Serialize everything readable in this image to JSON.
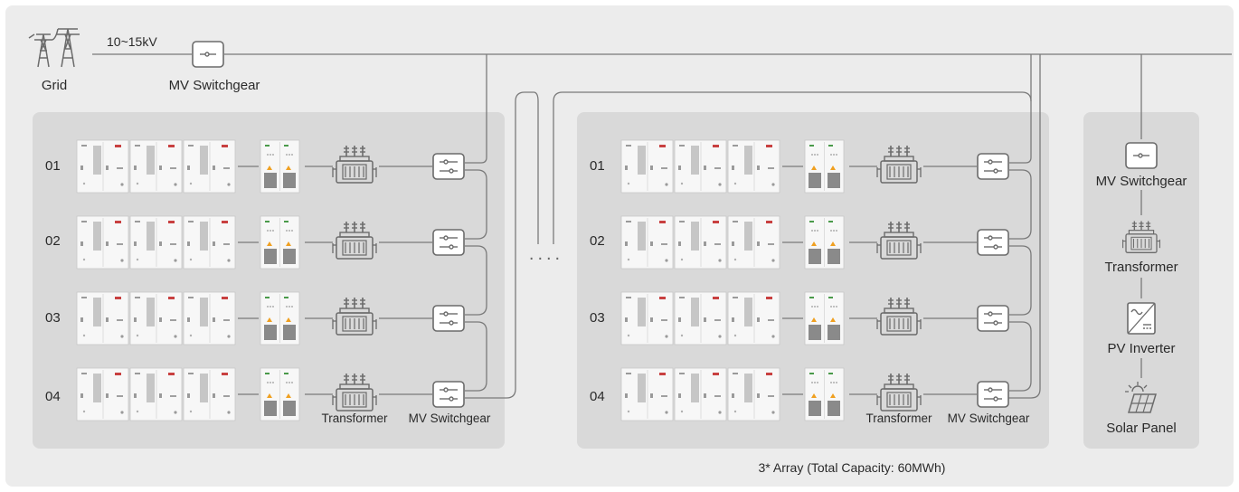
{
  "grid": {
    "label": "Grid",
    "voltage": "10~15kV",
    "switchgear_label": "MV Switchgear"
  },
  "block_left": {
    "rows": [
      "01",
      "02",
      "03",
      "04"
    ],
    "transformer_label": "Transformer",
    "switchgear_label": "MV Switchgear"
  },
  "block_right": {
    "rows": [
      "01",
      "02",
      "03",
      "04"
    ],
    "transformer_label": "Transformer",
    "switchgear_label": "MV Switchgear"
  },
  "ellipsis": "....",
  "pv_panel": {
    "items": [
      "MV Switchgear",
      "Transformer",
      "PV Inverter",
      "Solar Panel"
    ]
  },
  "caption": "3* Array (Total Capacity: 60MWh)",
  "colors": {
    "outer_bg": "#ececec",
    "panel_bg": "#d9d9d9",
    "line": "#7a7a7a",
    "icon": "#6b6b6b",
    "cabinet": "#f7f7f7",
    "screen": "#c6c6c6",
    "warn": "#f0a020",
    "red": "#c84040"
  }
}
